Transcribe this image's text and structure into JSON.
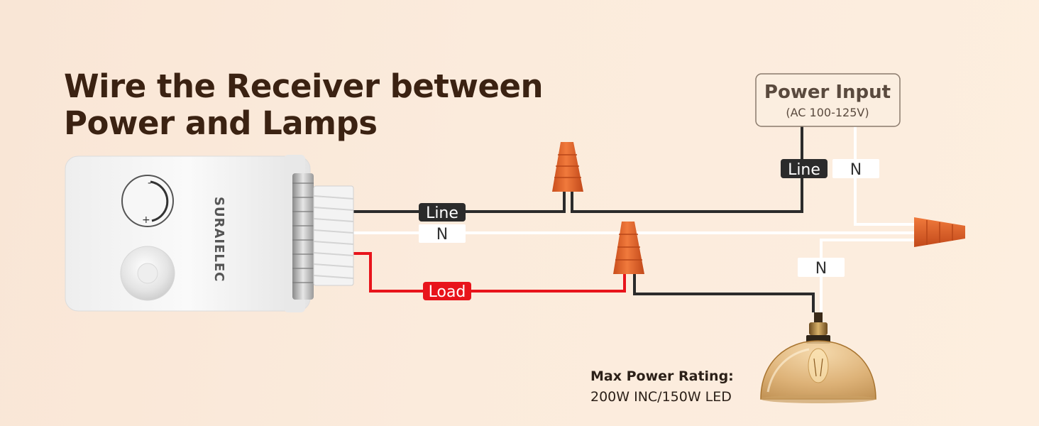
{
  "title": {
    "line1": "Wire the Receiver between",
    "line2": "Power and Lamps"
  },
  "device": {
    "brand": "SURAIELEC",
    "dial_minus": "-",
    "dial_plus": "+"
  },
  "power_input": {
    "label": "Power Input",
    "spec": "(AC 100-125V)"
  },
  "wire_labels": {
    "device_line": "Line",
    "device_neutral": "N",
    "device_load": "Load",
    "power_line": "Line",
    "power_neutral": "N",
    "lamp_neutral": "N"
  },
  "rating": {
    "heading": "Max Power Rating:",
    "value": "200W INC/150W LED"
  },
  "colors": {
    "line_wire": "#2b2b2b",
    "neutral_wire": "#ffffff",
    "load_wire": "#e8141b",
    "wire_nut": "#e2622a",
    "title_text": "#3b2212"
  }
}
